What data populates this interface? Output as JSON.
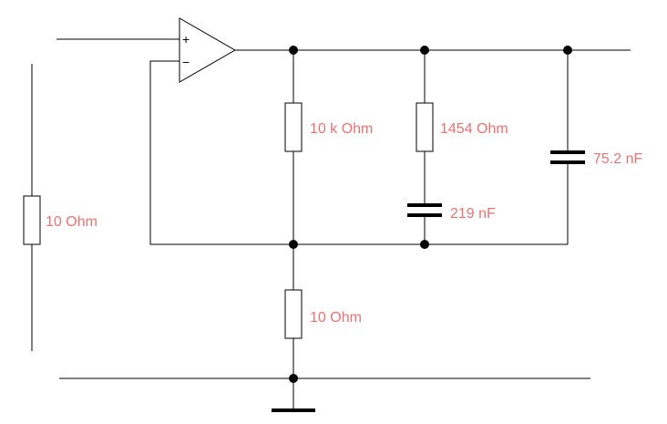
{
  "colors": {
    "label": "#f07070",
    "line": "#000000",
    "background": "#ffffff"
  },
  "opamp": {
    "plus_sign": "+",
    "minus_sign": "−"
  },
  "labels": {
    "r_left": "10  Ohm",
    "r_feedback": "10 k Ohm",
    "r_series": "1454  Ohm",
    "c_series": "219 nF",
    "c_parallel": "75.2 nF",
    "r_ground": "10  Ohm"
  }
}
